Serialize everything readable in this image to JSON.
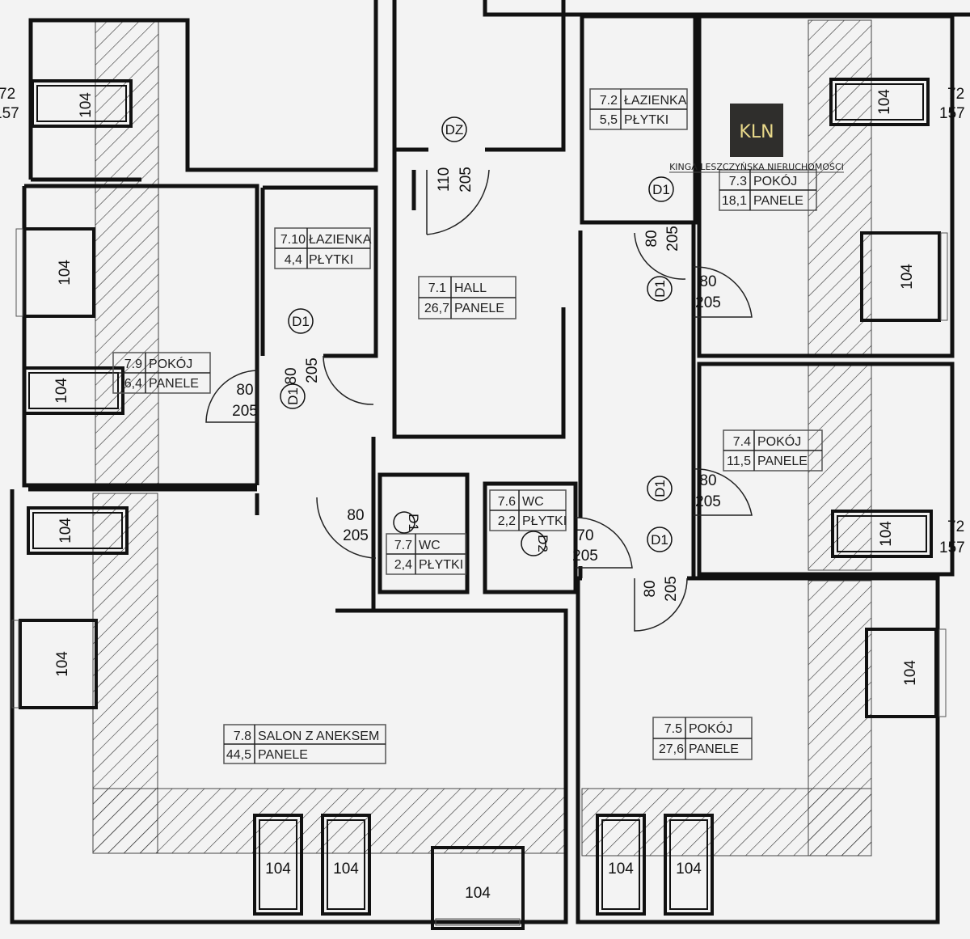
{
  "logo": {
    "mark": "KLN",
    "company": "KINGA LESZCZYŃSKA NIERUCHOMOŚCI",
    "bg_color": "#2f2e2c",
    "text_color": "#e8d88a"
  },
  "rooms": [
    {
      "no": "7.1",
      "name": "HALL",
      "area": "26,7",
      "floor": "PANELE"
    },
    {
      "no": "7.2",
      "name": "ŁAZIENKA",
      "area": "5,5",
      "floor": "PŁYTKI"
    },
    {
      "no": "7.3",
      "name": "POKÓJ",
      "area": "18,1",
      "floor": "PANELE"
    },
    {
      "no": "7.4",
      "name": "POKÓJ",
      "area": "11,5",
      "floor": "PANELE"
    },
    {
      "no": "7.5",
      "name": "POKÓJ",
      "area": "27,6",
      "floor": "PANELE"
    },
    {
      "no": "7.6",
      "name": "WC",
      "area": "2,2",
      "floor": "PŁYTKI"
    },
    {
      "no": "7.7",
      "name": "WC",
      "area": "2,4",
      "floor": "PŁYTKI"
    },
    {
      "no": "7.8",
      "name": "SALON Z ANEKSEM",
      "area": "44,5",
      "floor": "PANELE"
    },
    {
      "no": "7.9",
      "name": "POKÓJ",
      "area": "6,4",
      "floor": "PANELE"
    },
    {
      "no": "7.10",
      "name": "ŁAZIENKA",
      "area": "4,4",
      "floor": "PŁYTKI"
    }
  ],
  "doors": [
    {
      "tag": "DZ",
      "width": "110",
      "height": "205"
    },
    {
      "tag": "D1",
      "width": "80",
      "height": "205"
    },
    {
      "tag": "D1",
      "width": "80",
      "height": "205"
    },
    {
      "tag": "D1",
      "width": "80",
      "height": "205"
    },
    {
      "tag": "D1",
      "width": "80",
      "height": "205"
    },
    {
      "tag": "D1",
      "width": "80",
      "height": "205"
    },
    {
      "tag": "D2",
      "width": "70",
      "height": "205"
    },
    {
      "tag": "D1",
      "width": "80",
      "height": "205"
    },
    {
      "tag": "D1",
      "width": "80",
      "height": "205"
    }
  ],
  "window_width": "104",
  "sill": {
    "a": "72",
    "b": "157"
  }
}
